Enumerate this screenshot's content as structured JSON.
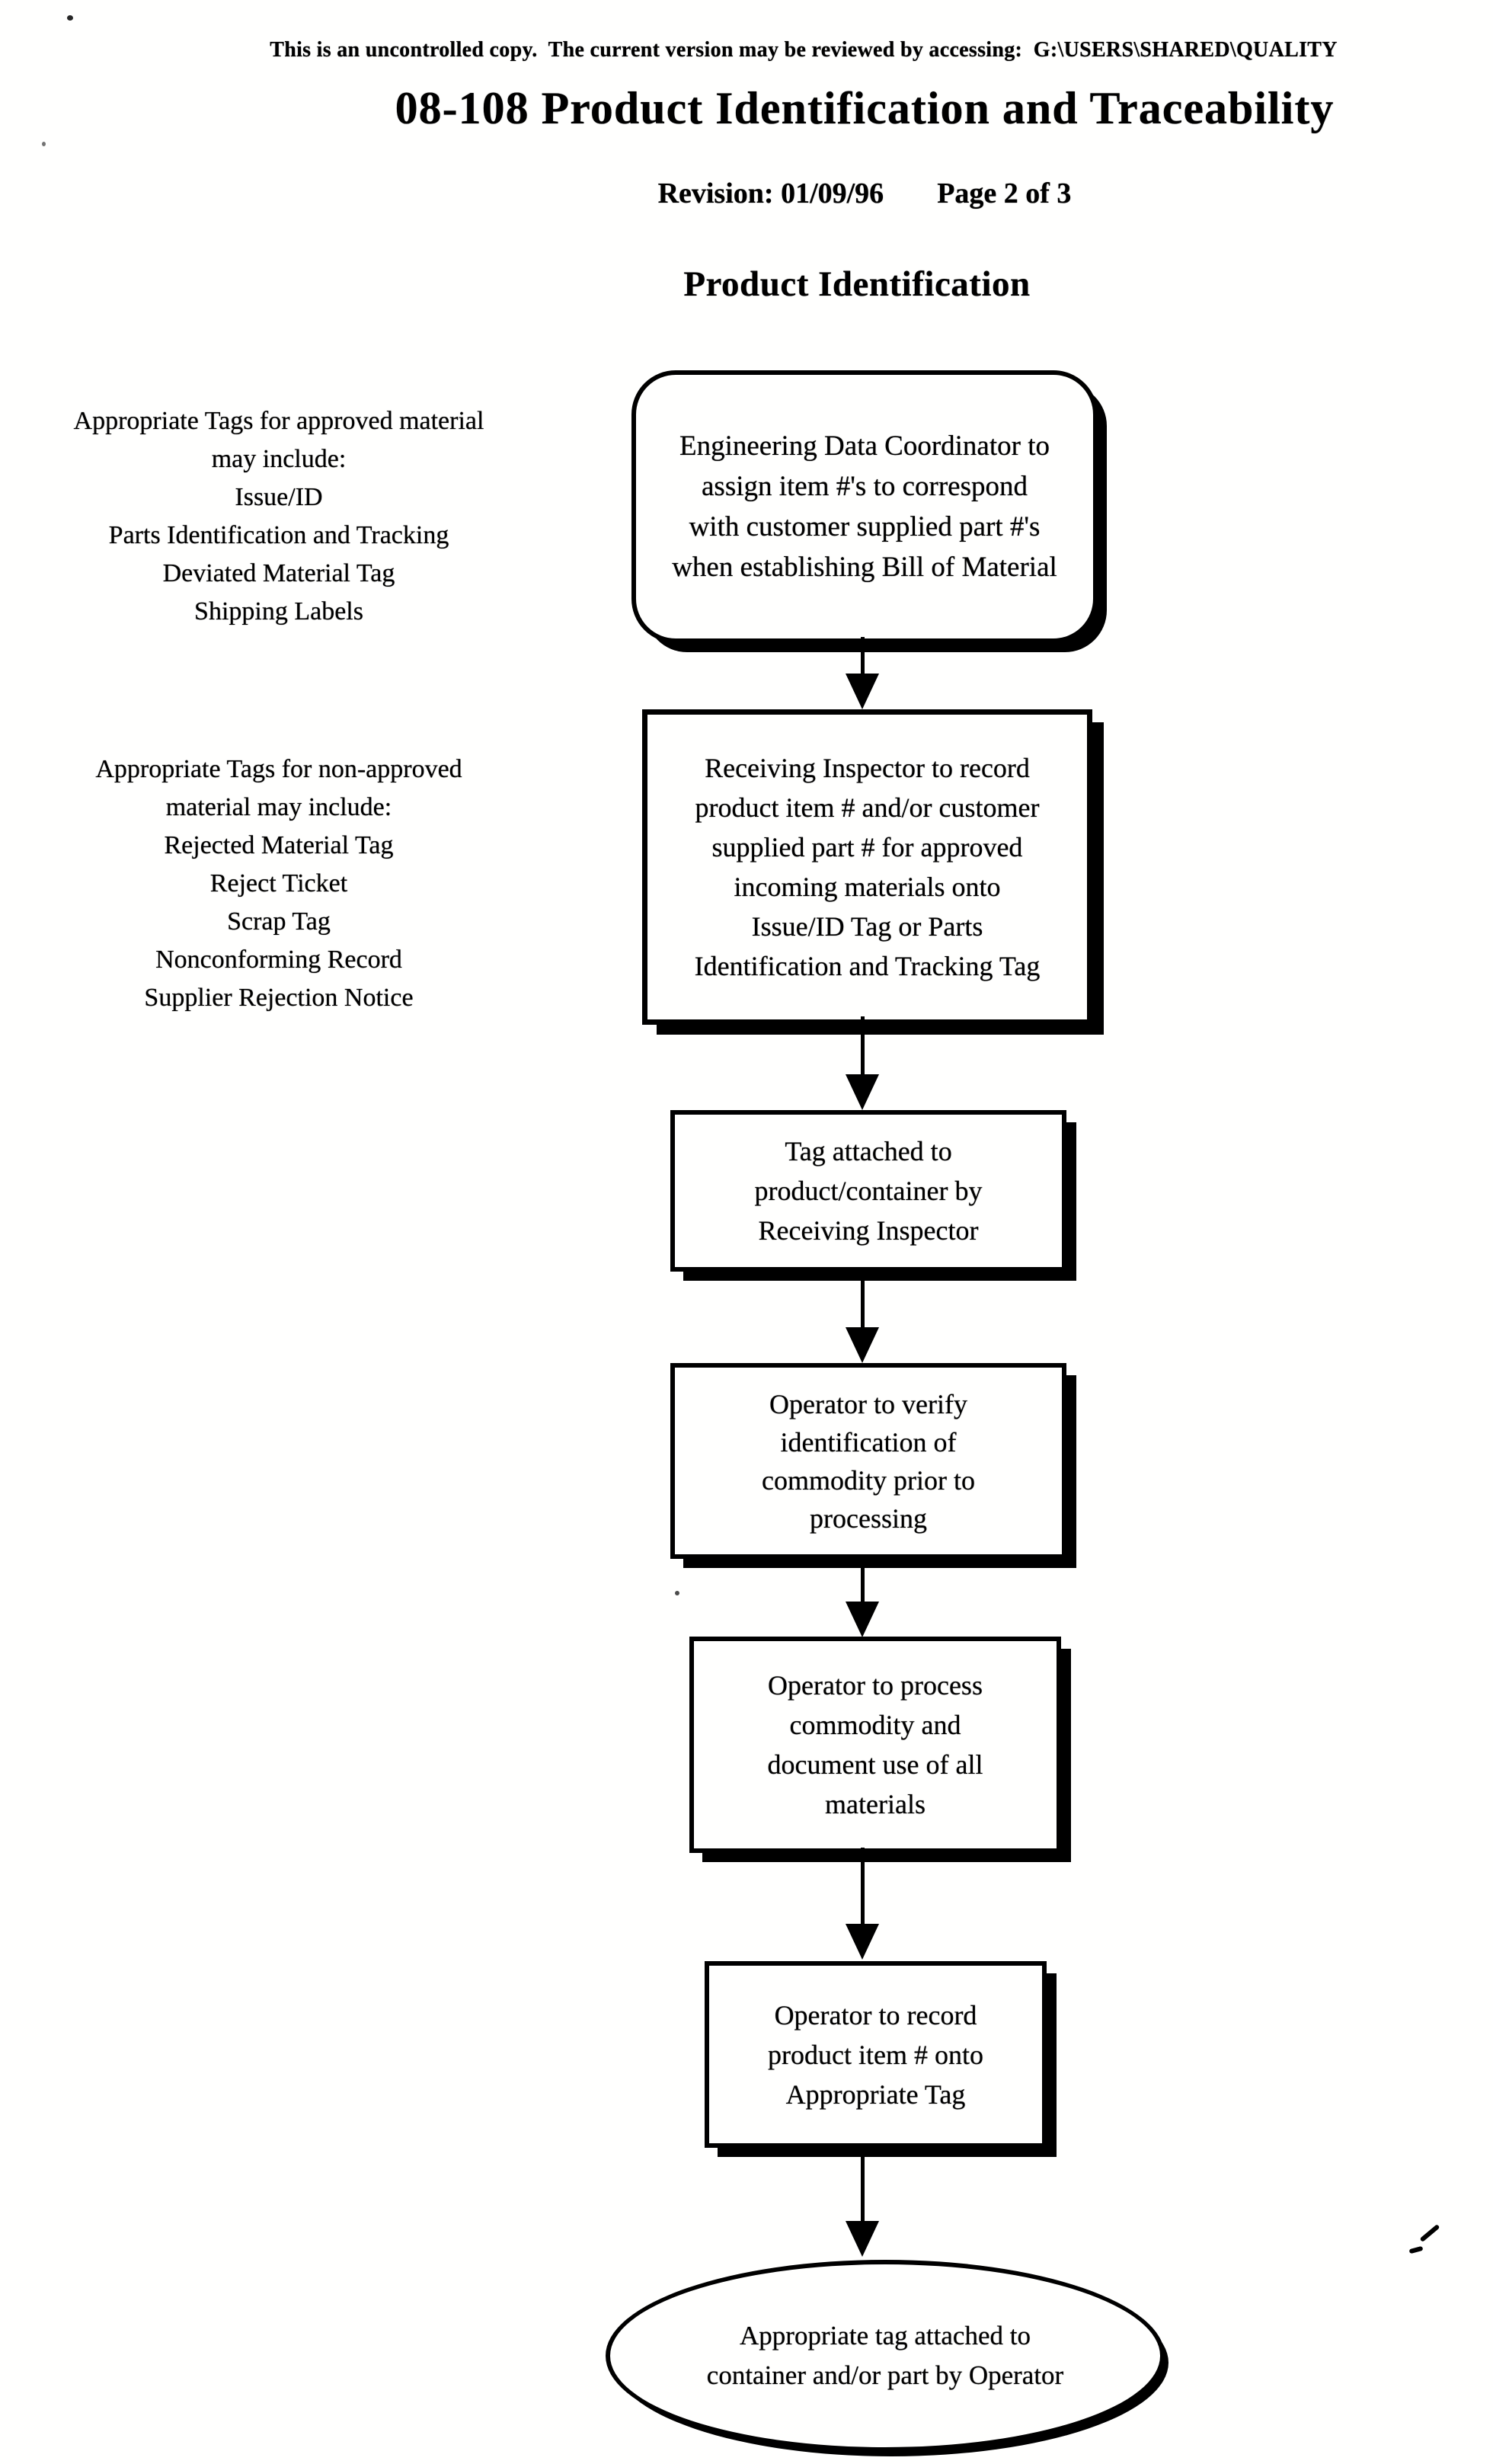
{
  "header": {
    "disclaimer": "This is an uncontrolled copy.  The current version may be reviewed by accessing:  G:\\USERS\\SHARED\\QUALITY",
    "title": "08-108 Product Identification and Traceability",
    "revision": "Revision:  01/09/96",
    "page": "Page 2 of 3",
    "section_heading": "Product Identification"
  },
  "sidebar_notes": [
    {
      "lines": [
        "Appropriate Tags for approved material",
        "may include:",
        "Issue/ID",
        "Parts Identification and Tracking",
        "Deviated Material Tag",
        "Shipping Labels"
      ]
    },
    {
      "lines": [
        "Appropriate Tags for non-approved",
        "material may include:",
        "Rejected Material Tag",
        "Reject Ticket",
        "Scrap Tag",
        "Nonconforming Record",
        "Supplier Rejection Notice"
      ]
    }
  ],
  "flowchart": {
    "nodes": [
      {
        "id": "engineering-data-coordinator",
        "shape": "rounded-rectangle",
        "lines": [
          "Engineering Data Coordinator to",
          "assign item #'s to correspond",
          "with customer supplied part #'s",
          "when establishing Bill of Material"
        ]
      },
      {
        "id": "receiving-inspector-record",
        "shape": "rectangle",
        "lines": [
          "Receiving Inspector to record",
          "product item # and/or customer",
          "supplied part # for approved",
          "incoming materials onto",
          "Issue/ID Tag or Parts",
          "Identification and Tracking Tag"
        ]
      },
      {
        "id": "tag-attached-by-inspector",
        "shape": "rectangle",
        "lines": [
          "Tag attached to",
          "product/container by",
          "Receiving Inspector"
        ]
      },
      {
        "id": "operator-verify-identification",
        "shape": "rectangle",
        "lines": [
          "Operator to verify",
          "identification of",
          "commodity prior to",
          "processing"
        ]
      },
      {
        "id": "operator-process-commodity",
        "shape": "rectangle",
        "lines": [
          "Operator to process",
          "commodity and",
          "document use of all",
          "materials"
        ]
      },
      {
        "id": "operator-record-item",
        "shape": "rectangle",
        "lines": [
          "Operator to record",
          "product item # onto",
          "Appropriate Tag"
        ]
      },
      {
        "id": "tag-attached-by-operator",
        "shape": "ellipse",
        "lines": [
          "Appropriate tag attached to",
          "container and/or part by Operator"
        ]
      }
    ]
  }
}
